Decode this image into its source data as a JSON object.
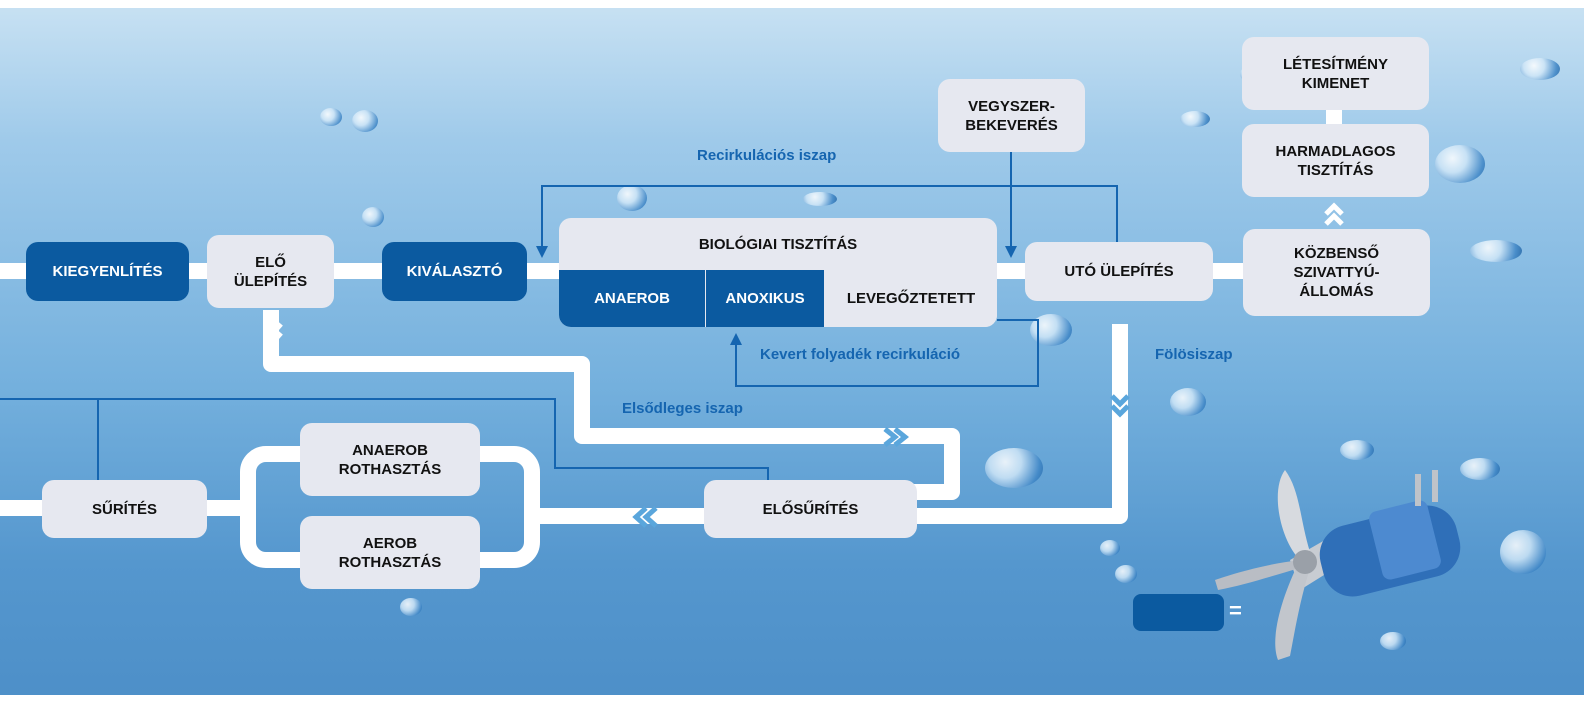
{
  "nodes": {
    "kiegyenlites": "KIEGYENLÍTÉS",
    "elo_ulepites": "ELŐ\nÜLEPÍTÉS",
    "kivalaszto": "KIVÁLASZTÓ",
    "biologiai": {
      "title": "BIOLÓGIAI TISZTÍTÁS",
      "anaerob": "ANAEROB",
      "anoxikus": "ANOXIKUS",
      "levegoztetett": "LEVEGŐZTETETT"
    },
    "vegyszer": "VEGYSZER-\nBEKEVERÉS",
    "uto_ulepites": "UTÓ ÜLEPÍTÉS",
    "kozbenso": "KÖZBENSŐ\nSZIVATTYÚ-\nÁLLOMÁS",
    "harmadlagos": "HARMADLAGOS\nTISZTÍTÁS",
    "letesitmeny": "LÉTESÍTMÉNY\nKIMENET",
    "anaerob_rothasztas": "ANAEROB\nROTHASZTÁS",
    "aerob_rothasztas": "AEROB\nROTHASZTÁS",
    "surites": "SŰRÍTÉS",
    "elosurites": "ELŐSŰRÍTÉS"
  },
  "labels": {
    "recirkulacios": "Recirkulációs iszap",
    "kevert": "Kevert folyadék recirkuláció",
    "folosiszap": "Fölösiszap",
    "elsodleges": "Elsődleges iszap"
  },
  "legend": {
    "equals": "="
  },
  "colors": {
    "dark_box": "#0b5aa0",
    "light_box": "#e6e8f0",
    "line_blue": "#1565b0",
    "pipe": "#ffffff"
  }
}
